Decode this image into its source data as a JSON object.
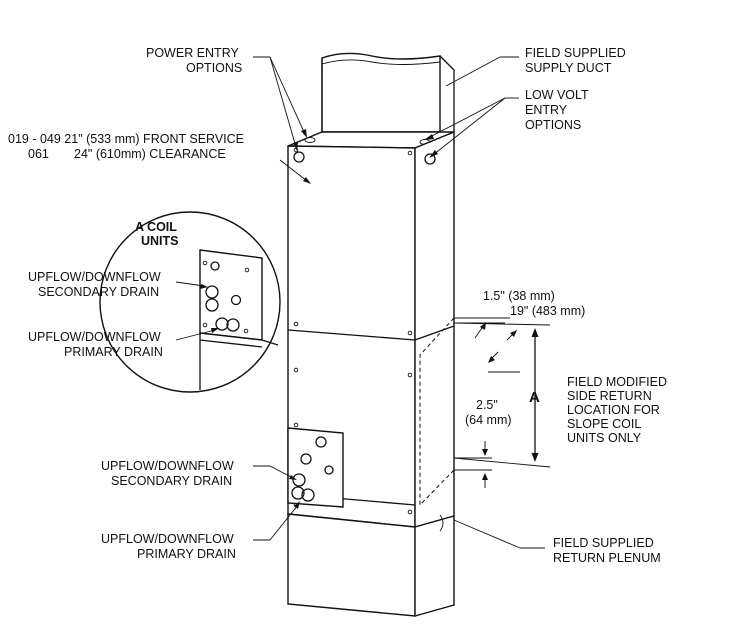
{
  "labels": {
    "power_entry_line1": "POWER ENTRY",
    "power_entry_line2": "OPTIONS",
    "supply_duct_line1": "FIELD SUPPLIED",
    "supply_duct_line2": "SUPPLY DUCT",
    "low_volt_line1": "LOW VOLT",
    "low_volt_line2": "ENTRY",
    "low_volt_line3": "OPTIONS",
    "clearance_row1": "019 - 049  21\" (533 mm) FRONT SERVICE",
    "clearance_row2_model": "061",
    "clearance_row2_dim": "24\" (610mm)  CLEARANCE",
    "acoil_line1": "A COIL",
    "acoil_line2": "UNITS",
    "inset_secondary_line1": "UPFLOW/DOWNFLOW",
    "inset_secondary_line2": "SECONDARY DRAIN",
    "inset_primary_line1": "UPFLOW/DOWNFLOW",
    "inset_primary_line2": "PRIMARY DRAIN",
    "dim_top_line1": "1.5\" (38 mm)",
    "dim_top_line2": "19\" (483 mm)",
    "dim_side_line1": "2.5\"",
    "dim_side_line2": "(64 mm)",
    "dim_a": "A",
    "side_return_line1": "FIELD MODIFIED",
    "side_return_line2": "SIDE RETURN",
    "side_return_line3": "LOCATION FOR",
    "side_return_line4": "SLOPE COIL",
    "side_return_line5": "UNITS ONLY",
    "main_secondary_line1": "UPFLOW/DOWNFLOW",
    "main_secondary_line2": "SECONDARY DRAIN",
    "main_primary_line1": "UPFLOW/DOWNFLOW",
    "main_primary_line2": "PRIMARY DRAIN",
    "return_plenum_line1": "FIELD SUPPLIED",
    "return_plenum_line2": "RETURN PLENUM"
  }
}
